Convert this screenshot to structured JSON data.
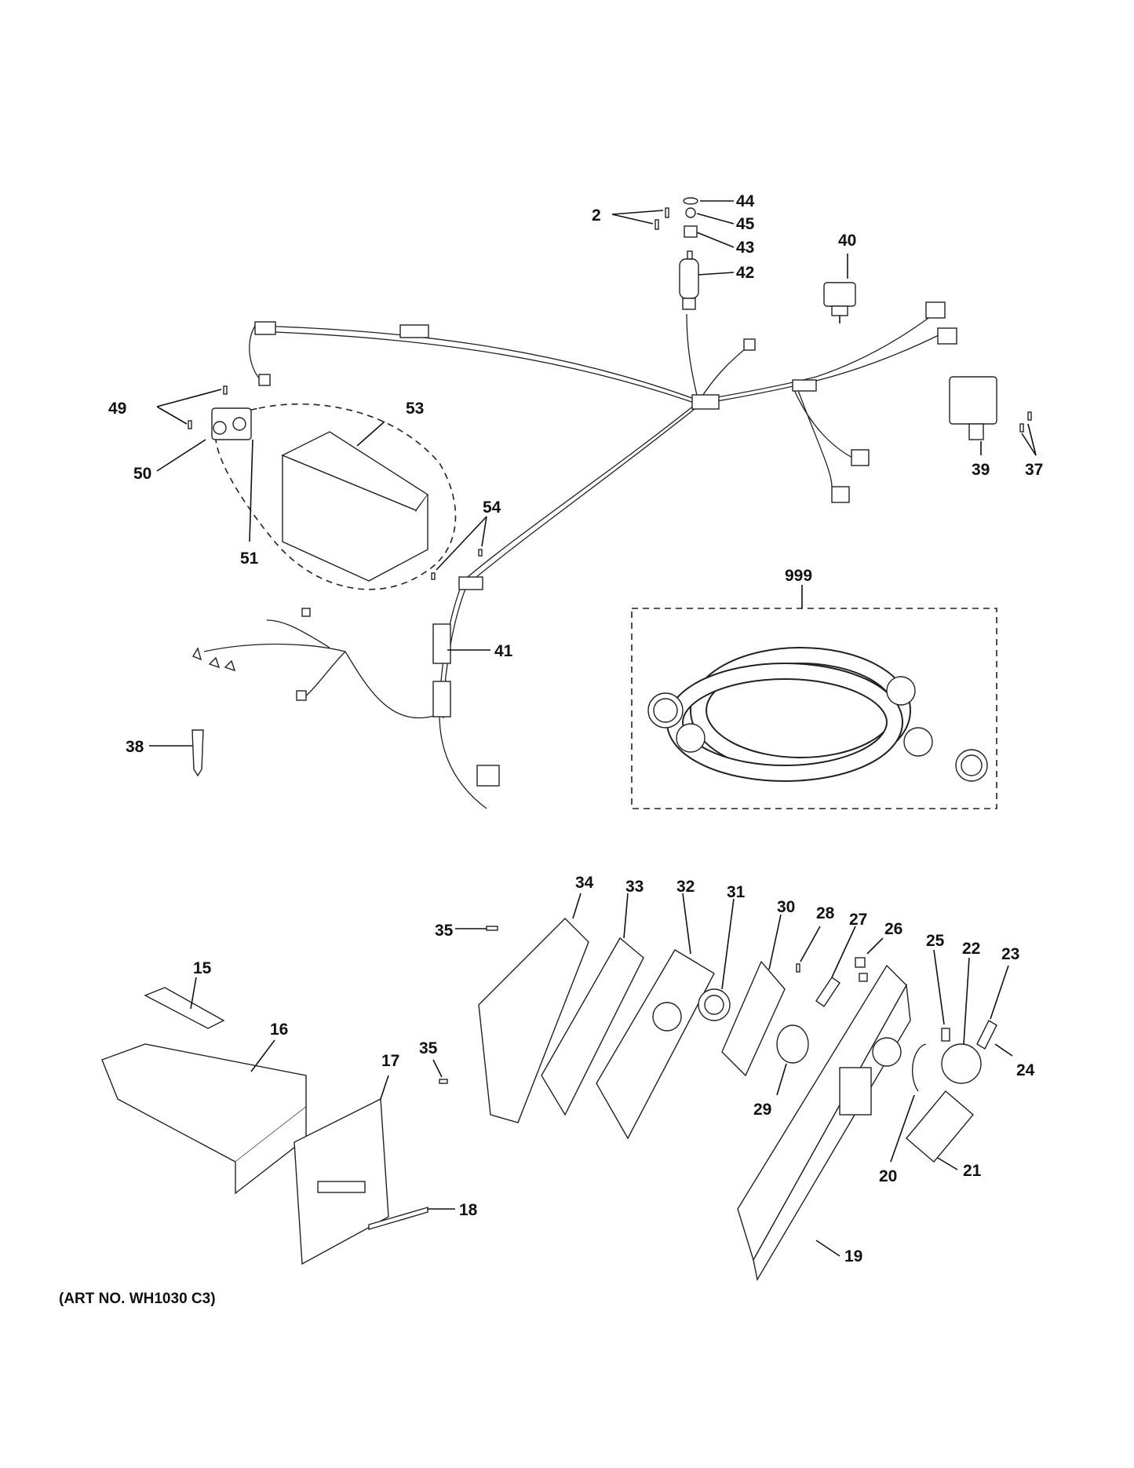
{
  "labels": {
    "l2": "2",
    "l44": "44",
    "l45": "45",
    "l43": "43",
    "l42": "42",
    "l40": "40",
    "l49": "49",
    "l53": "53",
    "l50": "50",
    "l51": "51",
    "l54": "54",
    "l39": "39",
    "l37": "37",
    "l999": "999",
    "l41": "41",
    "l38": "38",
    "l34": "34",
    "l33": "33",
    "l32": "32",
    "l31": "31",
    "l30": "30",
    "l28": "28",
    "l27": "27",
    "l26": "26",
    "l25": "25",
    "l22": "22",
    "l23": "23",
    "l24": "24",
    "l35a": "35",
    "l35b": "35",
    "l15": "15",
    "l16": "16",
    "l17": "17",
    "l18": "18",
    "l29": "29",
    "l20": "20",
    "l21": "21",
    "l19": "19"
  },
  "caption": "(ART NO. WH1030 C3)"
}
